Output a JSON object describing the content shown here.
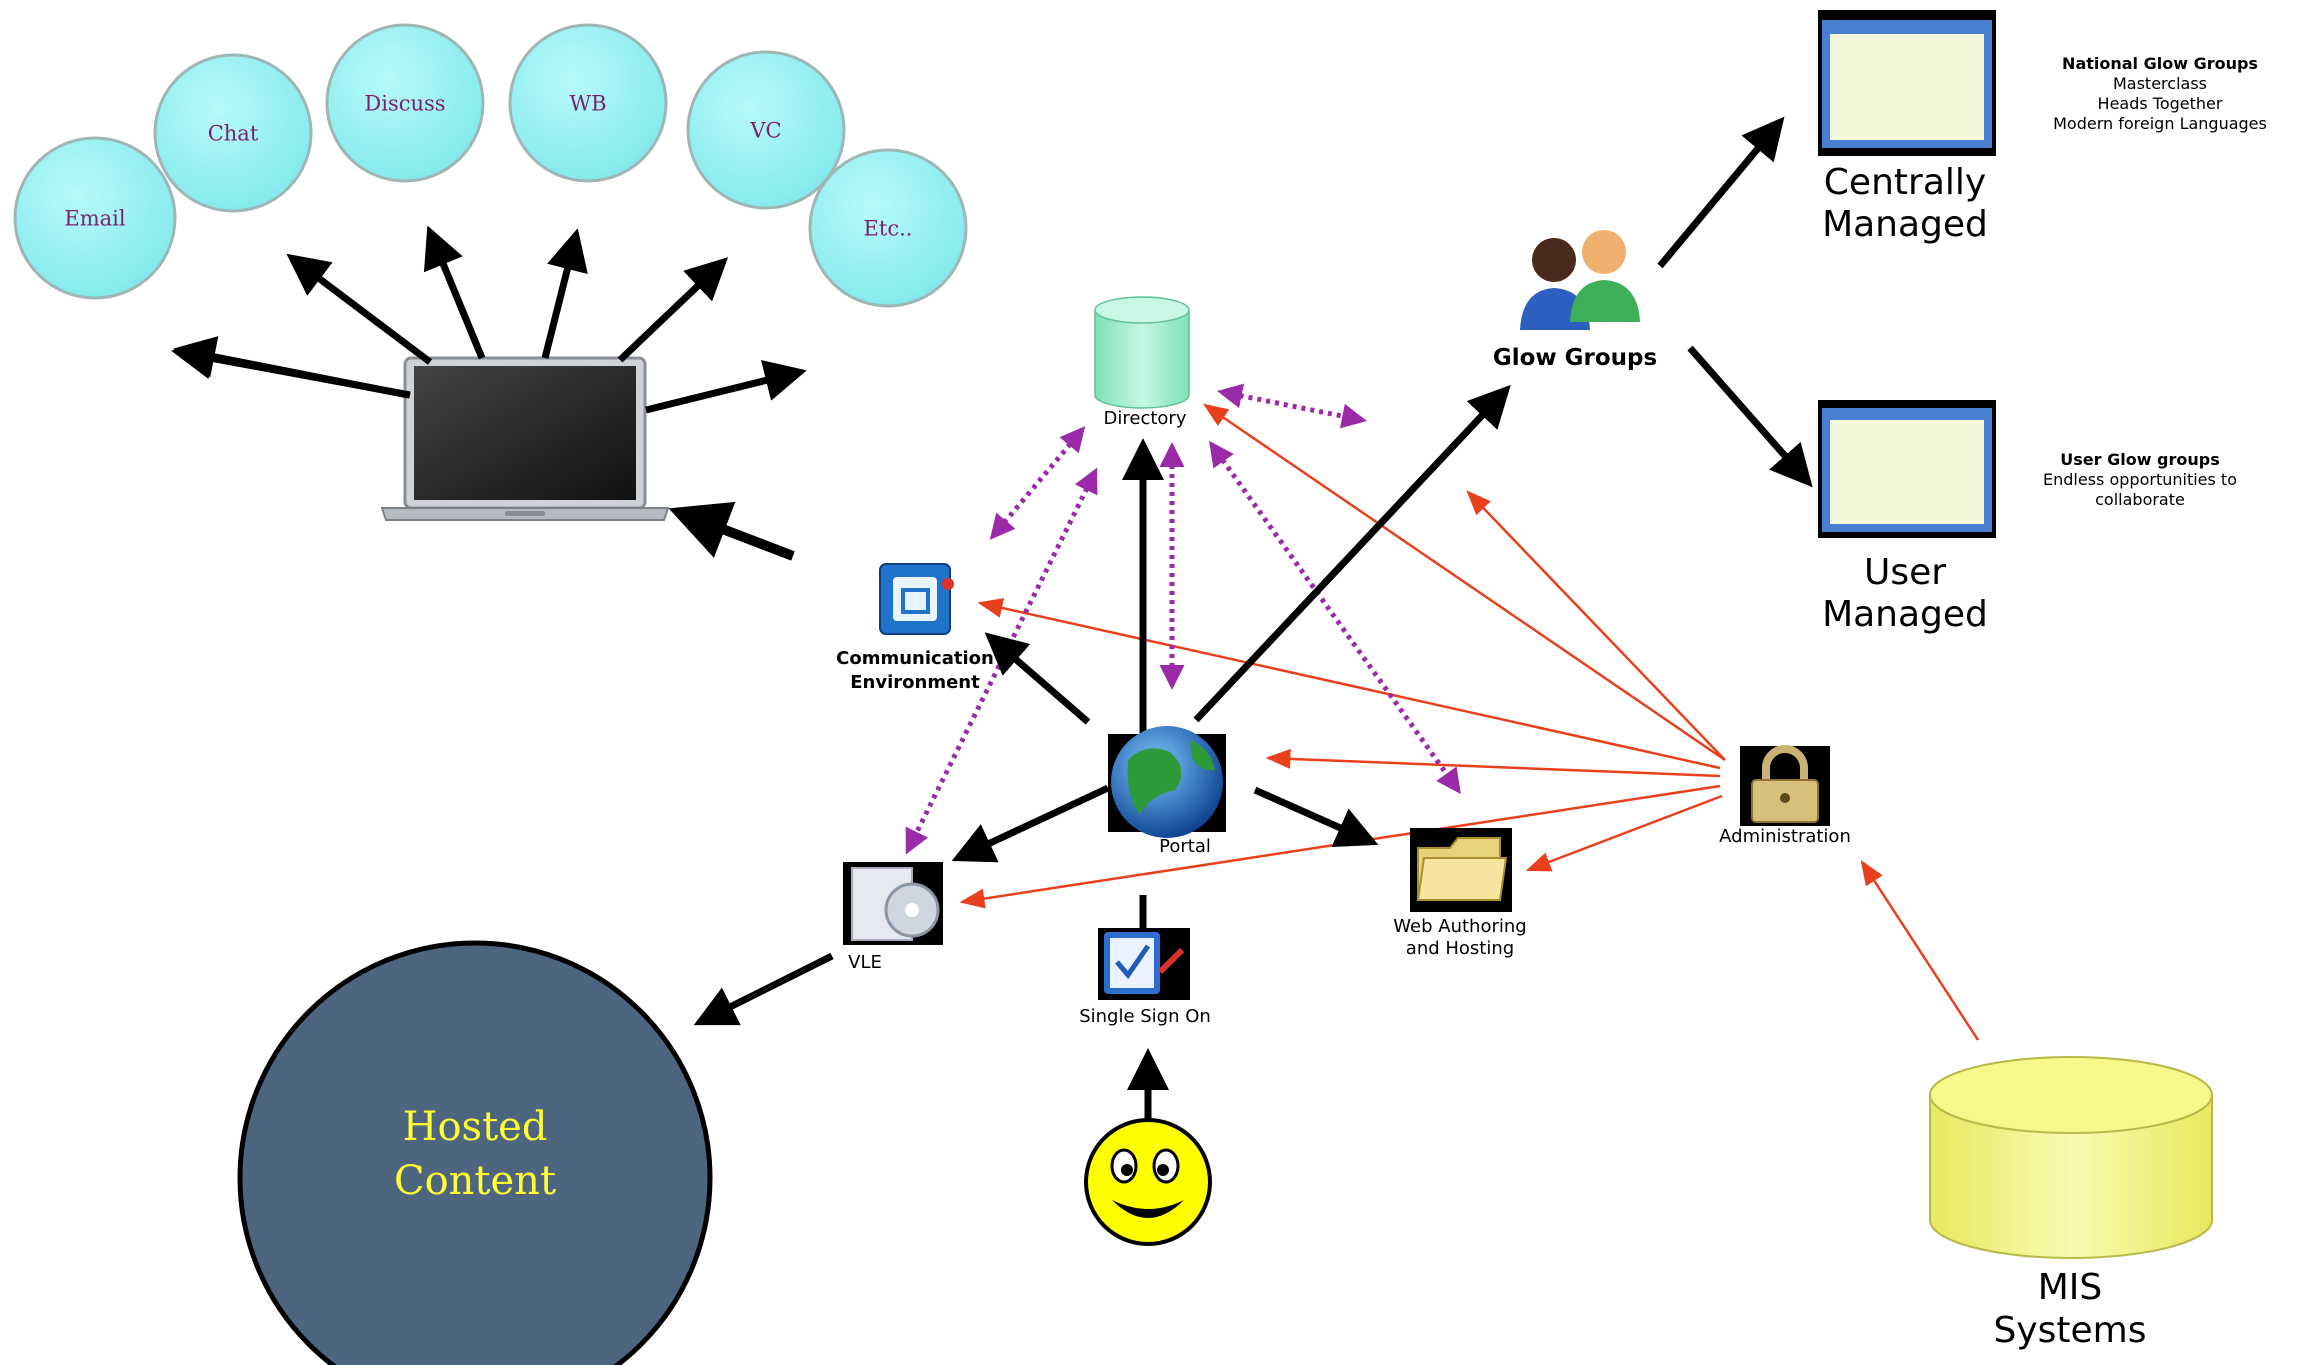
{
  "bubbles": {
    "email": "Email",
    "chat": "Chat",
    "discuss": "Discuss",
    "wb": "WB",
    "vc": "VC",
    "etc": "Etc.."
  },
  "nodes": {
    "directory": "Directory",
    "comm_line1": "Communication",
    "comm_line2": "Environment",
    "portal": "Portal",
    "vle": "VLE",
    "sso": "Single Sign On",
    "web_line1": "Web Authoring",
    "web_line2": "and Hosting",
    "admin": "Administration",
    "glow_groups": "Glow Groups",
    "mis_line1": "MIS",
    "mis_line2": "Systems",
    "hosted_line1": "Hosted",
    "hosted_line2": "Content"
  },
  "centrally": {
    "line1": "Centrally",
    "line2": "Managed",
    "title": "National Glow Groups",
    "items": [
      "Masterclass",
      "Heads Together",
      "Modern foreign Languages"
    ]
  },
  "user": {
    "line1": "User",
    "line2": "Managed",
    "title": "User Glow groups",
    "items": [
      "Endless opportunities to",
      "collaborate"
    ]
  },
  "colors": {
    "bubble_fill": "#8ef0f0",
    "bubble_text": "#7a1f6e",
    "black_arrow": "#000000",
    "red_arrow": "#e8401c",
    "purple_arrow": "#9a2aa8",
    "hosted_fill": "#4e6580",
    "hosted_text": "#ffff33",
    "mis_fill": "#f4f47a",
    "directory_fill": "#a8f0d4"
  },
  "icons": [
    "laptop-icon",
    "directory-cylinder-icon",
    "communication-icon",
    "portal-globe-icon",
    "vle-icon",
    "single-sign-on-icon",
    "web-folder-icon",
    "padlock-icon",
    "people-icon",
    "smiley-icon",
    "mis-cylinder-icon",
    "window-thumbnail-icon"
  ]
}
